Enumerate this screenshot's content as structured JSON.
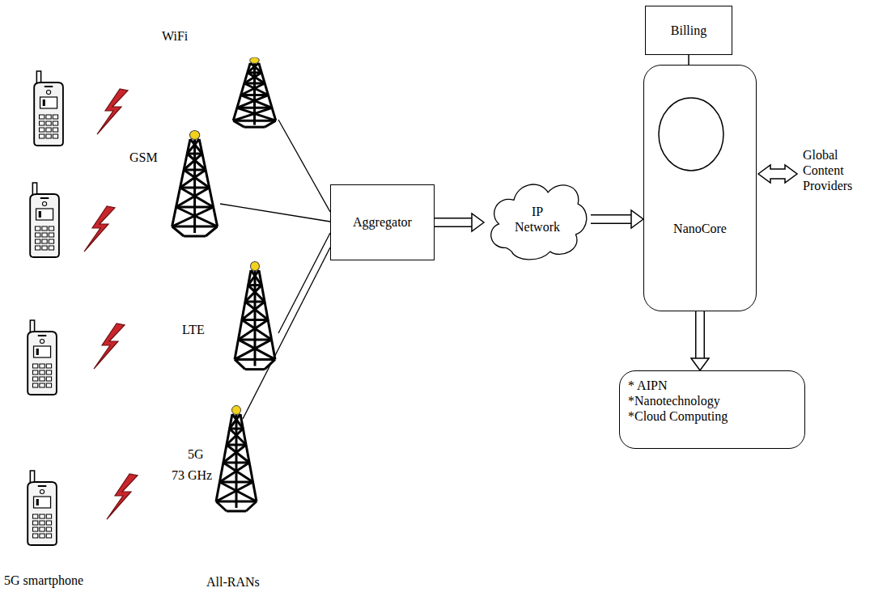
{
  "diagram": {
    "nodes": [
      {
        "text": [
          "Aggregator"
        ]
      },
      {
        "text": [
          "IP Network"
        ]
      },
      {
        "text": [
          "Billing"
        ]
      },
      {
        "text": [
          "NanoCore"
        ]
      },
      {
        "text": [
          "* AIPN",
          "*Nanotechnology",
          "*Cloud Computing"
        ]
      }
    ],
    "edges": [
      {
        "from": 0,
        "to": 1,
        "arrow": "to"
      },
      {
        "from": 1,
        "to": 3,
        "arrow": "to"
      },
      {
        "from": 2,
        "to": 3,
        "arrow": "none"
      },
      {
        "from": 3,
        "to": 4,
        "arrow": "to"
      }
    ],
    "labels": [
      "WiFi",
      "GSM",
      "LTE",
      "5G",
      "73 GHz",
      "Global Content Providers",
      "5G smartphone",
      "All-RANs"
    ]
  }
}
